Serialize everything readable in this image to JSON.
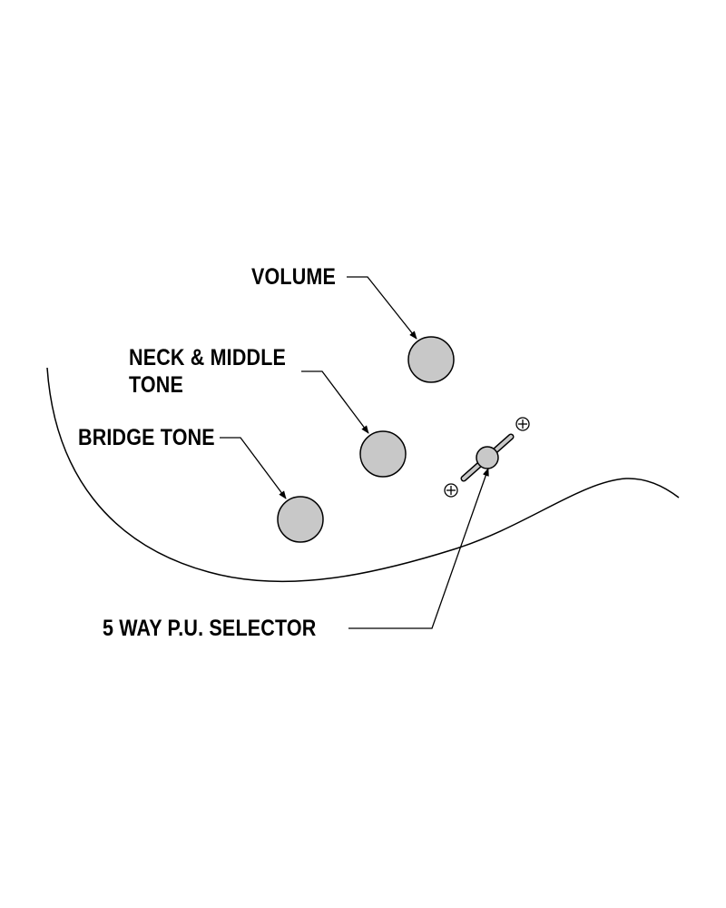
{
  "labels": {
    "volume": "VOLUME",
    "neck_middle_tone_line1": "NECK & MIDDLE",
    "neck_middle_tone_line2": "TONE",
    "bridge_tone": "BRIDGE TONE",
    "selector": "5 WAY P.U. SELECTOR"
  },
  "colors": {
    "knob_fill": "#c8c8c8",
    "ink": "#000000",
    "background": "#ffffff"
  },
  "components": [
    {
      "name": "volume-knob",
      "type": "knob"
    },
    {
      "name": "neck-middle-tone-knob",
      "type": "knob"
    },
    {
      "name": "bridge-tone-knob",
      "type": "knob"
    },
    {
      "name": "pickup-selector-switch",
      "type": "5-way switch"
    }
  ]
}
